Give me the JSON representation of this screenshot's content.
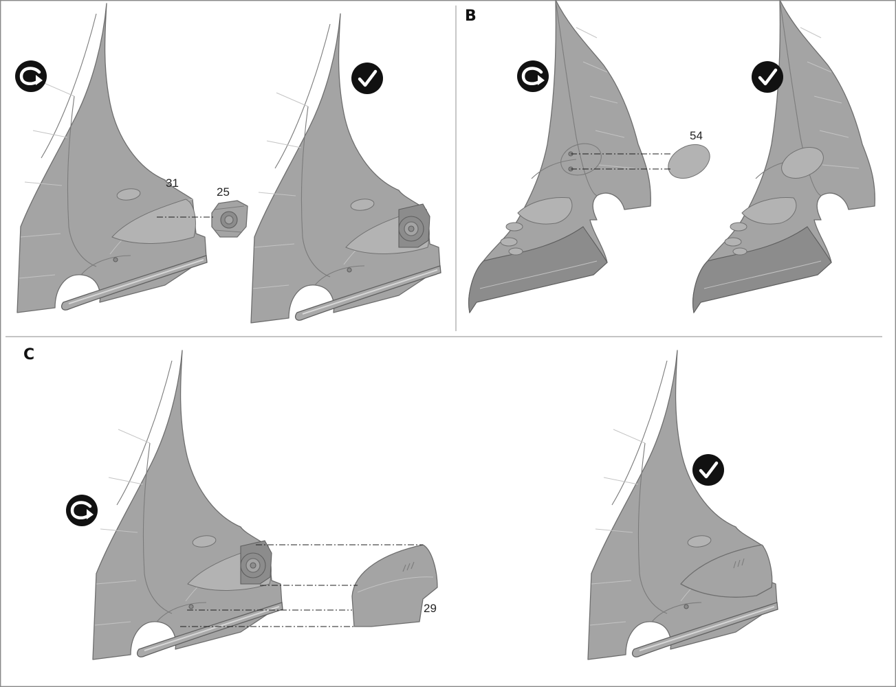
{
  "panels": {
    "b": {
      "letter": "B"
    },
    "c": {
      "letter": "C"
    }
  },
  "callouts": {
    "part_31": "31",
    "part_25": "25",
    "part_54": "54",
    "part_29": "29"
  },
  "icons": {
    "step_arrow": "rotate-arrow-icon",
    "step_done": "checkmark-icon"
  },
  "colors": {
    "part_gray": "#a4a4a4",
    "part_outline": "#6d6d6d",
    "badge": "#111111",
    "frame": "#8a8a8a"
  }
}
